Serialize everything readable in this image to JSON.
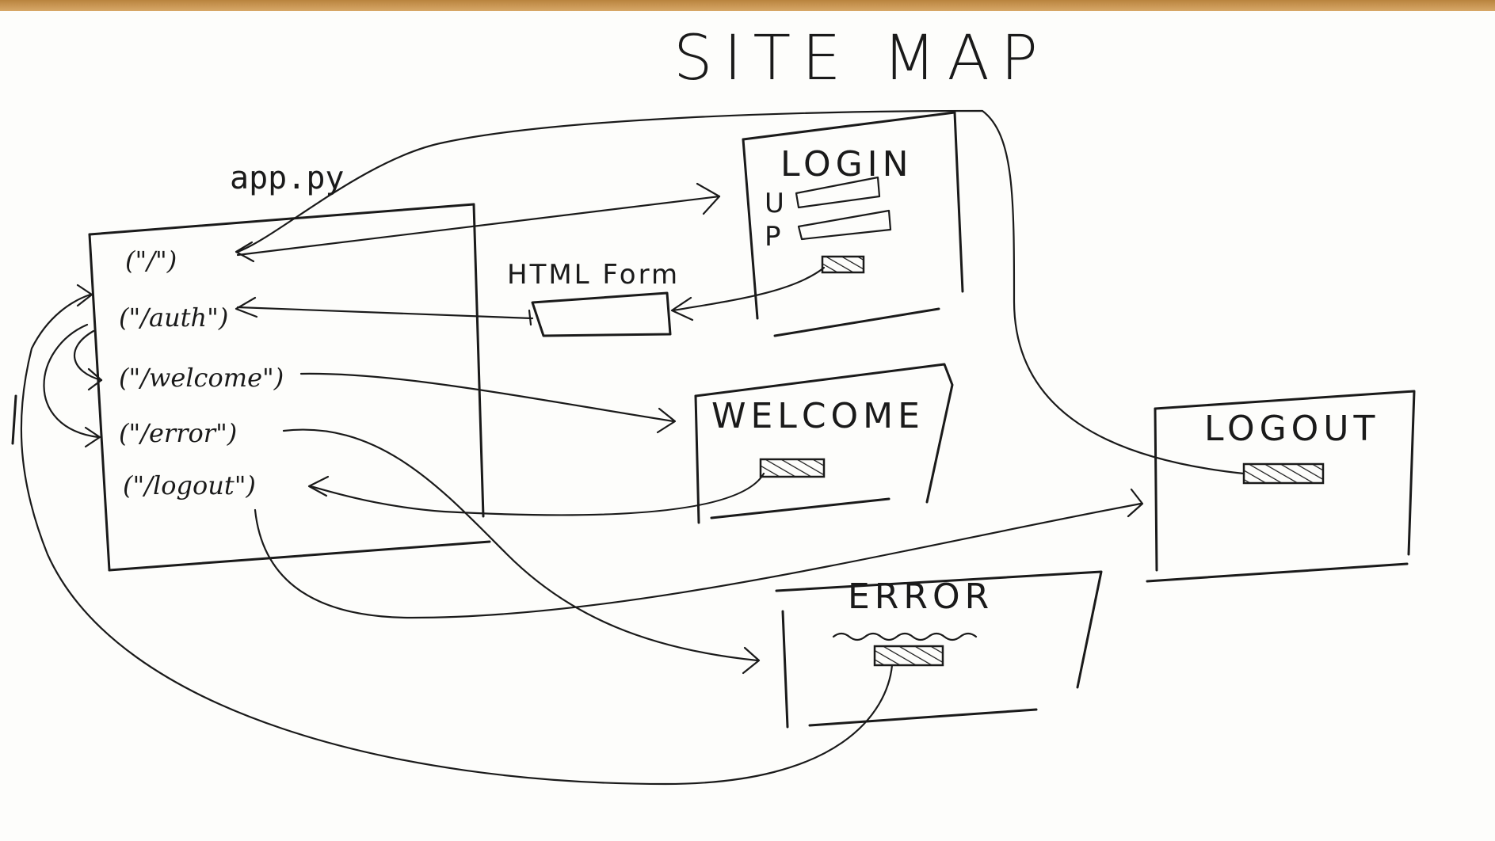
{
  "title": "SITE MAP",
  "app_file": "app.py",
  "routes": [
    "(\"/\")",
    "(\"/auth\")",
    "(\"/welcome\")",
    "(\"/error\")",
    "(\"/logout\")"
  ],
  "form_label": "HTML Form",
  "pages": {
    "login": {
      "title": "LOGIN",
      "field_u": "U",
      "field_p": "P"
    },
    "welcome": {
      "title": "WELCOME"
    },
    "logout": {
      "title": "LOGOUT"
    },
    "error": {
      "title": "ERROR"
    }
  },
  "colors": {
    "ink": "#1a1a1a",
    "paper": "#fdfdfb",
    "table": "#c8944f"
  }
}
